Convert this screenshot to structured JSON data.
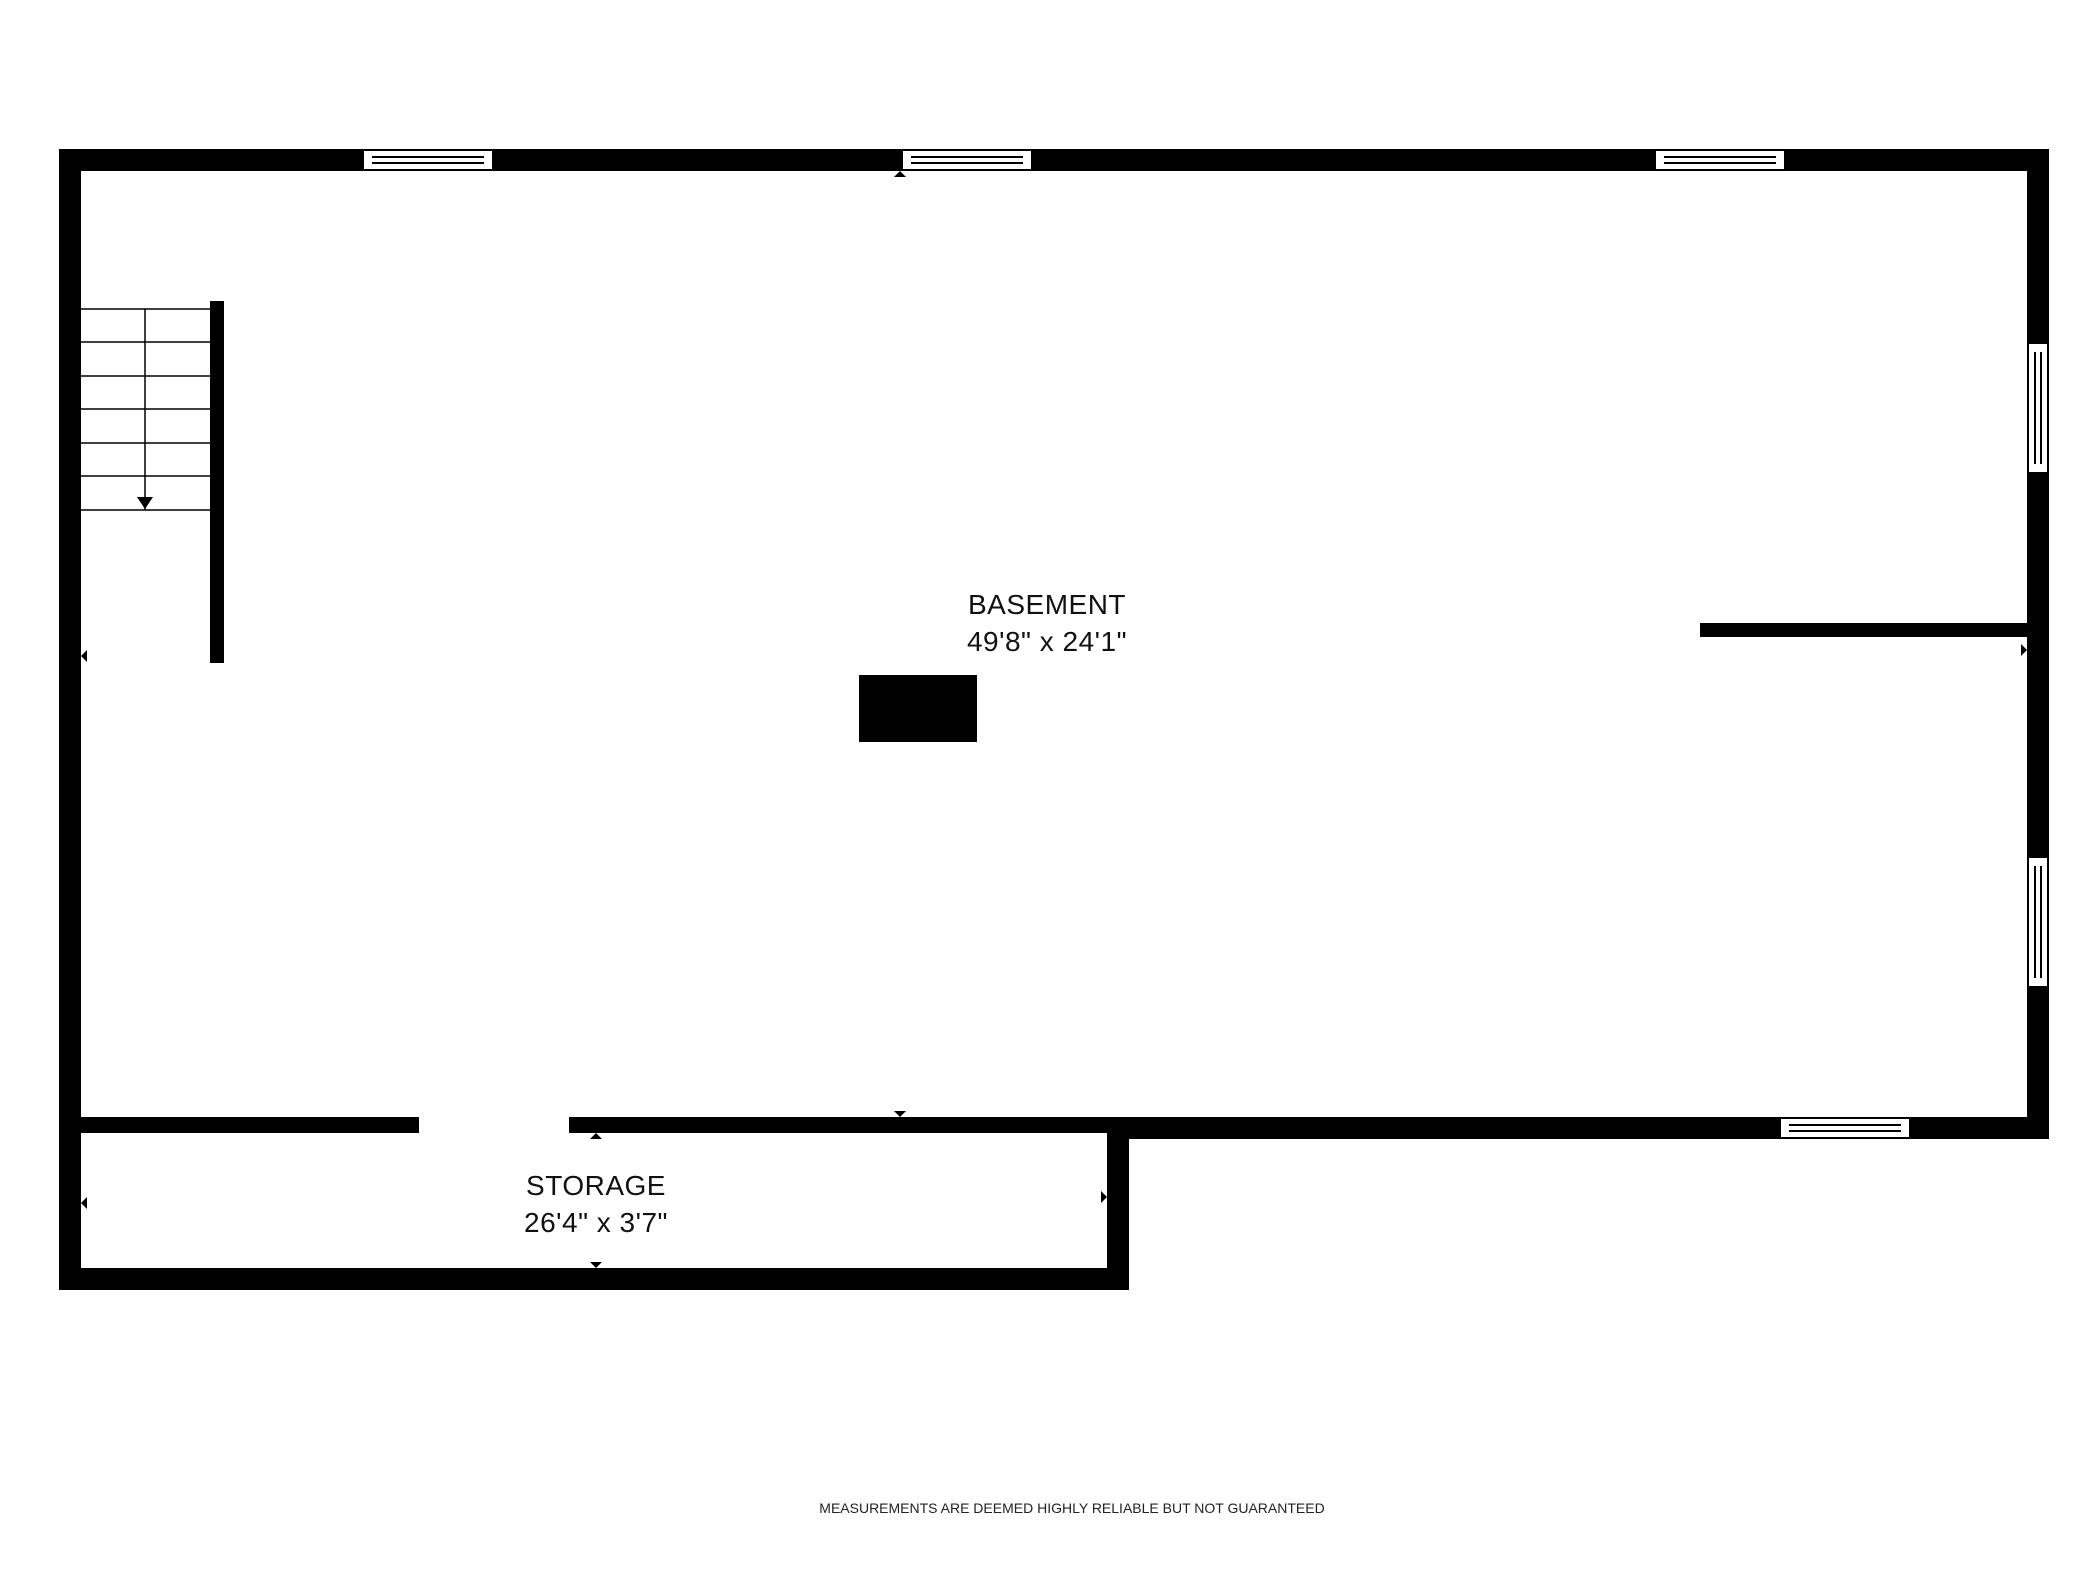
{
  "rooms": {
    "basement": {
      "name": "BASEMENT",
      "dimensions": "49'8\" x 24'1\""
    },
    "storage": {
      "name": "STORAGE",
      "dimensions": "26'4\" x 3'7\""
    }
  },
  "footer": {
    "disclaimer": "MEASUREMENTS ARE DEEMED HIGHLY RELIABLE BUT NOT GUARANTEED"
  },
  "colors": {
    "wall": "#000000",
    "background": "#ffffff"
  }
}
